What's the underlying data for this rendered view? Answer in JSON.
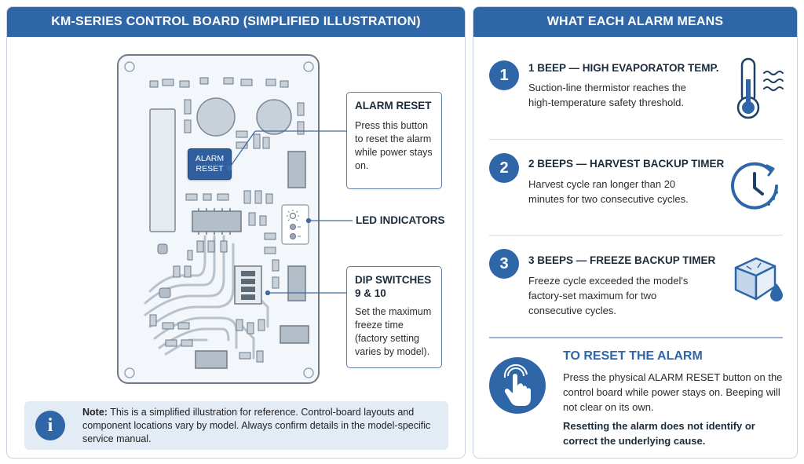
{
  "left_panel": {
    "header": "KM-SERIES CONTROL BOARD (SIMPLIFIED ILLUSTRATION)",
    "alarm_button": {
      "line1": "ALARM",
      "line2": "RESET"
    },
    "callouts": {
      "alarm_reset": {
        "title": "ALARM RESET",
        "body": "Press this button to reset the alarm while power stays on."
      },
      "led": {
        "title": "LED INDICATORS"
      },
      "dip": {
        "title_line1": "DIP SWITCHES",
        "title_line2": "9 & 10",
        "body": "Set the maximum freeze time (factory setting varies by model)."
      }
    },
    "note": {
      "icon": "info-icon",
      "lead": "Note:",
      "text": " This is a simplified illustration for reference. Control-board layouts and component locations vary by model. Always confirm details in the model-specific service manual."
    }
  },
  "right_panel": {
    "header": "WHAT EACH ALARM MEANS",
    "alarms": [
      {
        "number": "1",
        "title": "1 BEEP — HIGH EVAPORATOR TEMP.",
        "desc": "Suction-line thermistor reaches the high-temperature safety threshold.",
        "icon": "thermometer-icon"
      },
      {
        "number": "2",
        "title": "2 BEEPS — HARVEST BACKUP TIMER",
        "desc": "Harvest cycle ran longer than 20 minutes for two consecutive cycles.",
        "icon": "clock-icon"
      },
      {
        "number": "3",
        "title": "3 BEEPS — FREEZE BACKUP TIMER",
        "desc": "Freeze cycle exceeded the model's factory-set maximum for two consecutive cycles.",
        "icon": "ice-cube-icon"
      }
    ],
    "reset": {
      "icon": "hand-press-icon",
      "title": "TO RESET THE ALARM",
      "desc": "Press the physical ALARM RESET button on the control board while power stays on. Beeping will not clear on its own.",
      "warning": "Resetting the alarm does not identify or correct the underlying cause."
    }
  },
  "colors": {
    "accent": "#2f66a8",
    "note_bg": "#e3ebf5",
    "board_outline": "#6f7b88"
  }
}
